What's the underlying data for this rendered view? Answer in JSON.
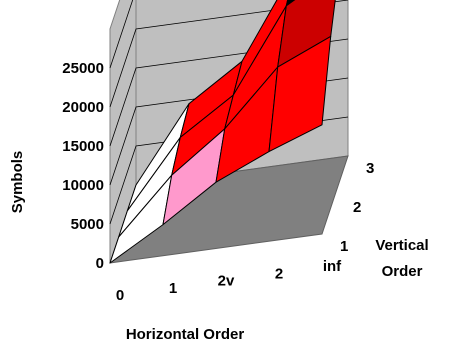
{
  "chart_data": {
    "type": "surface",
    "title": "",
    "xlabel": "Horizontal Order",
    "ylabel": "Symbols",
    "zlabel": [
      "Vertical",
      "Order"
    ],
    "x_categories": [
      "0",
      "1",
      "2v",
      "2",
      "inf"
    ],
    "depth_categories": [
      "1",
      "2",
      "3"
    ],
    "y_ticks": [
      "0",
      "5000",
      "10000",
      "15000",
      "20000",
      "25000"
    ],
    "ylim": [
      0,
      30000
    ],
    "grid": true,
    "legend": "none",
    "values": [
      [
        0,
        4000,
        8500,
        11500,
        14000
      ],
      [
        0,
        7000,
        12000,
        19000,
        22000
      ],
      [
        0,
        8500,
        13000,
        23500,
        27500
      ],
      [
        0,
        9500,
        14000,
        25000,
        29500
      ]
    ],
    "color_bands": [
      {
        "from": 0,
        "to": 5000,
        "color": "#ffffff"
      },
      {
        "from": 5000,
        "to": 10000,
        "color": "#ff99cc"
      },
      {
        "from": 10000,
        "to": 15000,
        "color": "#ff0000"
      },
      {
        "from": 15000,
        "to": 20000,
        "color": "#ff0000"
      },
      {
        "from": 20000,
        "to": 25000,
        "color": "#cc0000"
      },
      {
        "from": 25000,
        "to": 30000,
        "color": "#000000"
      }
    ],
    "colors": {
      "wall": "#bfbfbf",
      "floor": "#808080",
      "grid": "#000000",
      "mesh": "#000000"
    }
  }
}
